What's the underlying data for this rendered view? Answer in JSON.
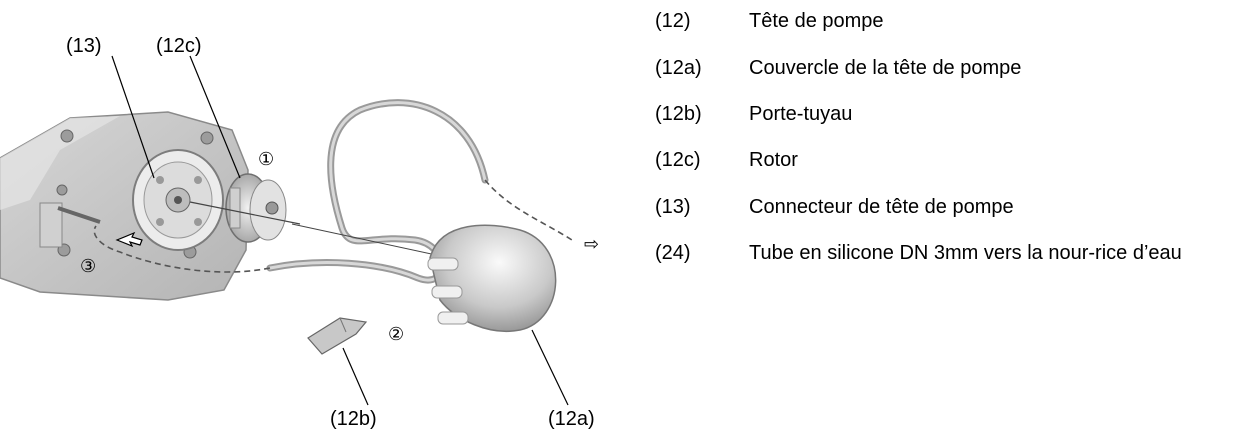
{
  "figure": {
    "callouts": {
      "c13": "(13)",
      "c12c": "(12c)",
      "c12b": "(12b)",
      "c12a": "(12a)"
    },
    "steps": [
      "①",
      "②",
      "③"
    ],
    "arrow_glyph": "⇨"
  },
  "legend": [
    {
      "num": "(12)",
      "text": "Tête de pompe"
    },
    {
      "num": "(12a)",
      "text": "Couvercle de la tête de pompe"
    },
    {
      "num": "(12b)",
      "text": "Porte-tuyau"
    },
    {
      "num": "(12c)",
      "text": "Rotor"
    },
    {
      "num": "(13)",
      "text": "Connecteur de tête de pompe"
    },
    {
      "num": "(24)",
      "text": "Tube en silicone DN 3mm vers la nour-rice d’eau"
    }
  ]
}
